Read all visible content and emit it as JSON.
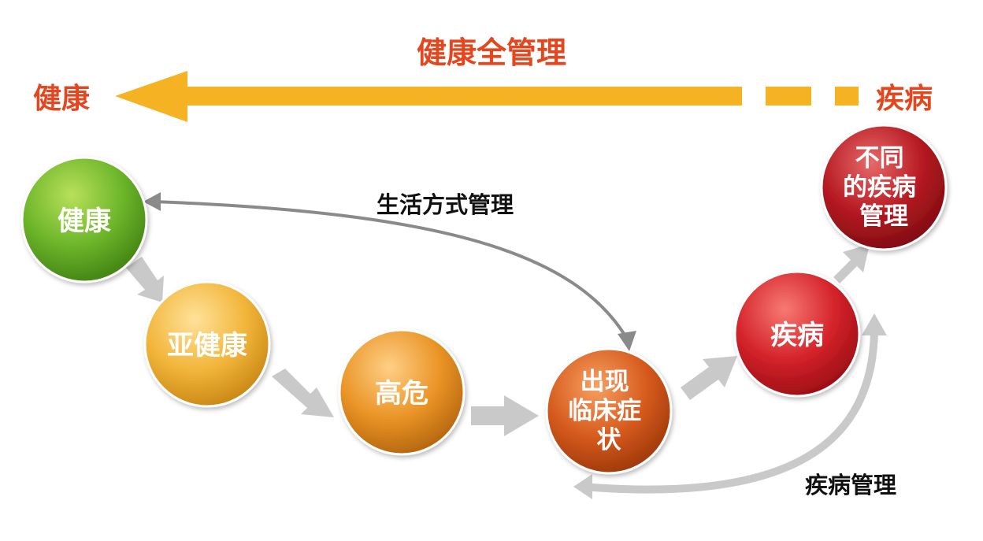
{
  "header": {
    "title": "健康全管理",
    "left_label": "健康",
    "right_label": "疾病"
  },
  "nodes": [
    {
      "id": "healthy",
      "lines": [
        "健康"
      ],
      "color_light": "#b8e05a",
      "color_mid": "#6cb52a",
      "color_dark": "#3f7f12"
    },
    {
      "id": "sub-healthy",
      "lines": [
        "亚健康"
      ],
      "color_light": "#ffe29a",
      "color_mid": "#f2b53a",
      "color_dark": "#c68412"
    },
    {
      "id": "high-risk",
      "lines": [
        "高危"
      ],
      "color_light": "#ffcf86",
      "color_mid": "#ea9426",
      "color_dark": "#b0620c"
    },
    {
      "id": "symptoms",
      "lines": [
        "出现",
        "临床症",
        "状"
      ],
      "color_light": "#f7a061",
      "color_mid": "#d65a1d",
      "color_dark": "#9a3608"
    },
    {
      "id": "disease",
      "lines": [
        "疾病"
      ],
      "color_light": "#f77a72",
      "color_mid": "#d4222a",
      "color_dark": "#960d13"
    },
    {
      "id": "diff-disease",
      "lines": [
        "不同",
        "的疾病",
        "管理"
      ],
      "color_light": "#e76a6a",
      "color_mid": "#b61a22",
      "color_dark": "#7a0b10"
    }
  ],
  "edges": {
    "lifestyle_label": "生活方式管理",
    "disease_label": "疾病管理"
  },
  "colors": {
    "main_arrow": "#f5b324",
    "title_red": "#e2471f",
    "grey_arrow": "#c9c9c9",
    "thin_arrow": "#8a8a8a"
  }
}
